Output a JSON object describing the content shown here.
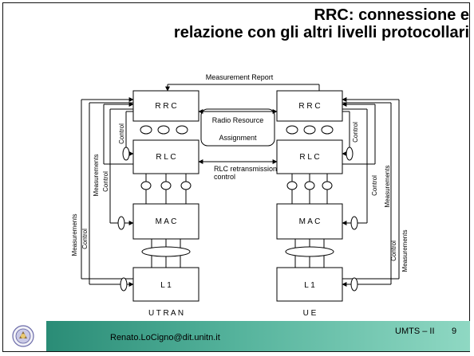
{
  "title": {
    "line1": "RRC: connessione e",
    "line2": "relazione con gli altri livelli protocollari"
  },
  "diagram": {
    "measurement_report": "Measurement Report",
    "utran": {
      "rrc": "R R C",
      "rlc": "R L C",
      "mac": "M A C",
      "l1": "L 1",
      "name": "U T R A N"
    },
    "ue": {
      "rrc": "R R C",
      "rlc": "R L C",
      "mac": "M A C",
      "l1": "L 1",
      "name": "U E"
    },
    "radio_resource_line1": "Radio Resource",
    "radio_resource_line2": "Assignment",
    "rlc_retx_line1": "RLC retransmission",
    "rlc_retx_line2": "control",
    "control": "Control",
    "measurements": "Measurements"
  },
  "footer": {
    "email": "Renato.LoCigno@dit.unitn.it",
    "slide_label": "UMTS – II",
    "page": "9"
  },
  "colors": {
    "footer_gradient_start": "#2a8c76",
    "footer_gradient_end": "#8fd8c3"
  }
}
